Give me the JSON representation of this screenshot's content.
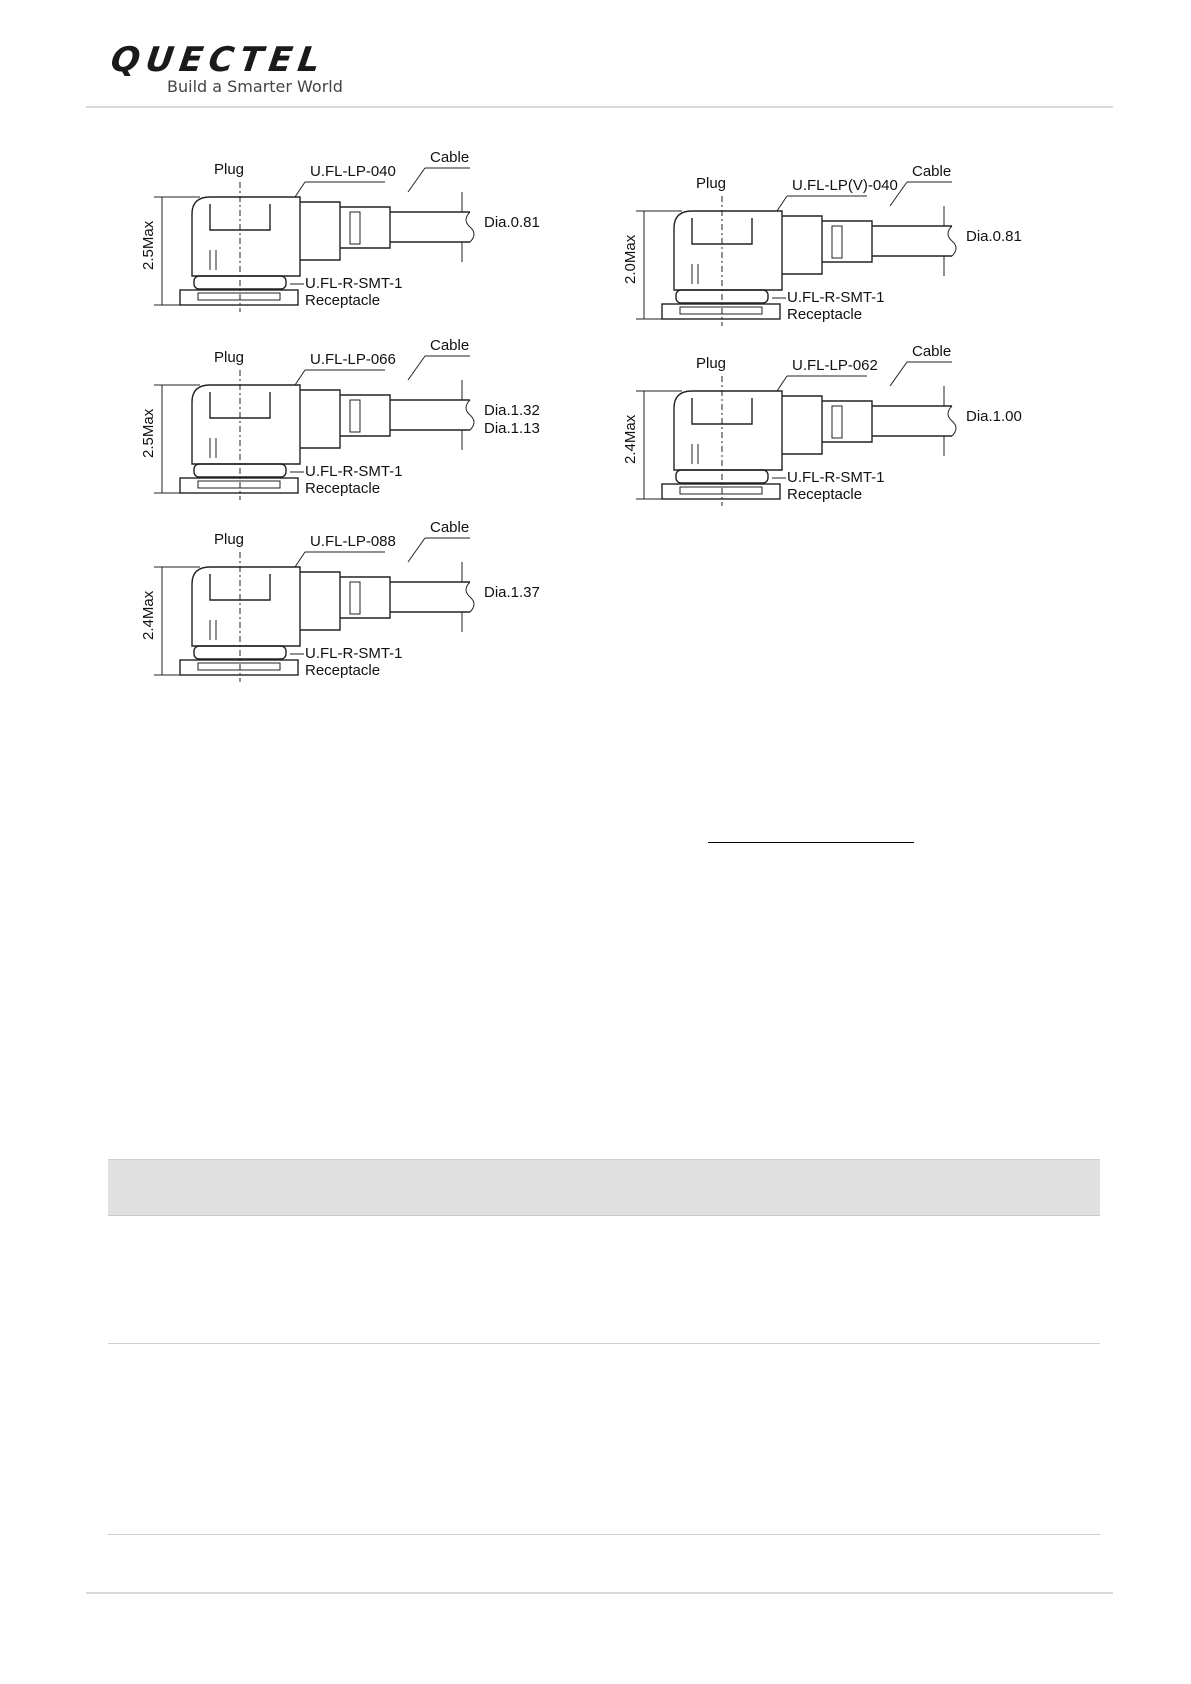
{
  "header": {
    "logo_text": "QUECTEL",
    "tagline": "Build a Smarter World"
  },
  "diagrams": [
    {
      "plug_label": "Plug",
      "part_label": "U.FL-LP-040",
      "cable_label": "Cable",
      "height_label": "2.5Max",
      "diameter_labels": [
        "Dia.0.81"
      ],
      "receptacle_part": "U.FL-R-SMT-1",
      "receptacle_label": "Receptacle"
    },
    {
      "plug_label": "Plug",
      "part_label": "U.FL-LP(V)-040",
      "cable_label": "Cable",
      "height_label": "2.0Max",
      "diameter_labels": [
        "Dia.0.81"
      ],
      "receptacle_part": "U.FL-R-SMT-1",
      "receptacle_label": "Receptacle"
    },
    {
      "plug_label": "Plug",
      "part_label": "U.FL-LP-066",
      "cable_label": "Cable",
      "height_label": "2.5Max",
      "diameter_labels": [
        "Dia.1.32",
        "Dia.1.13"
      ],
      "receptacle_part": "U.FL-R-SMT-1",
      "receptacle_label": "Receptacle"
    },
    {
      "plug_label": "Plug",
      "part_label": "U.FL-LP-062",
      "cable_label": "Cable",
      "height_label": "2.4Max",
      "diameter_labels": [
        "Dia.1.00"
      ],
      "receptacle_part": "U.FL-R-SMT-1",
      "receptacle_label": "Receptacle"
    },
    {
      "plug_label": "Plug",
      "part_label": "U.FL-LP-088",
      "cable_label": "Cable",
      "height_label": "2.4Max",
      "diameter_labels": [
        "Dia.1.37"
      ],
      "receptacle_part": "U.FL-R-SMT-1",
      "receptacle_label": "Receptacle"
    }
  ]
}
